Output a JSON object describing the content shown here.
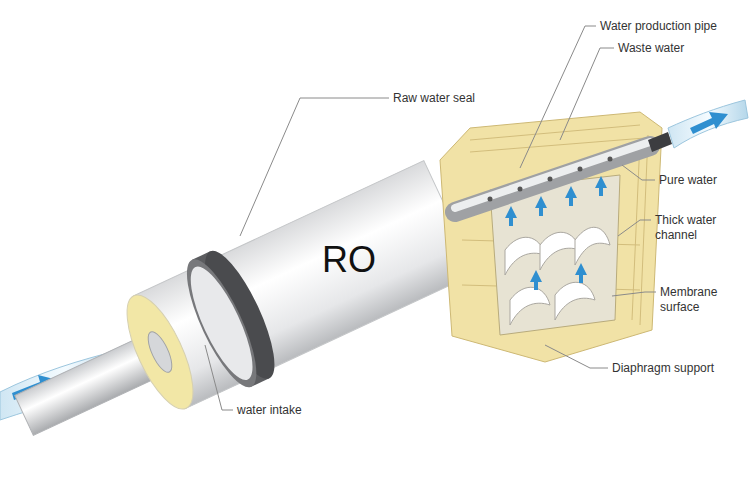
{
  "diagram": {
    "labels": [
      "Water production pipe",
      "Waste water",
      "Raw water seal",
      "RO",
      "Pure water",
      "Thick water channel",
      "Membrane surface",
      "Diaphragm support",
      "water intake"
    ]
  }
}
